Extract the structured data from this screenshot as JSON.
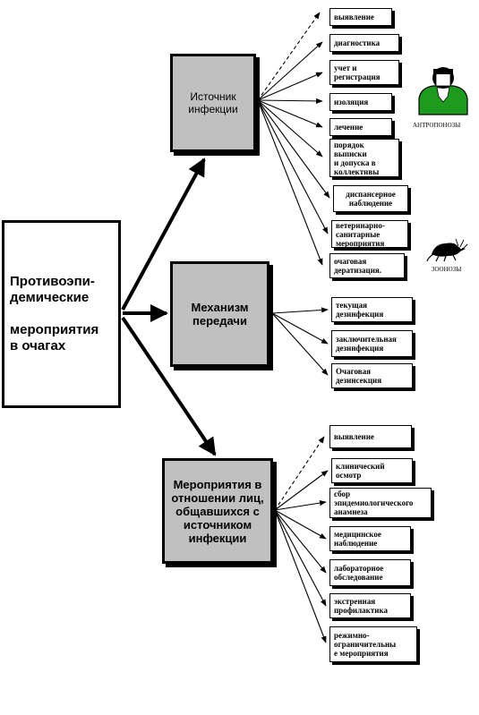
{
  "main": {
    "label": "Противоэпи-\nдемические\n\nмероприятия\nв  очагах"
  },
  "groups": {
    "source": {
      "label": "Источник\nинфекции",
      "items": [
        "выявление",
        "диагностика",
        "учет и\nрегистрация",
        "изоляция",
        "лечение",
        "порядок\nвыписки\nи допуска в\nколлективы",
        "диспансерное\nнаблюдение",
        "ветеринарно-\nсанитарные\nмероприятия",
        "очаговая\nдератизация."
      ]
    },
    "mechanism": {
      "label": "Механизм\nпередачи",
      "items": [
        "текущая\nдезинфекция",
        "заключительная\nдезинфекция",
        "Очаговая\nдезинсекция"
      ]
    },
    "contacts": {
      "label": "Мероприятия в\nотношении лиц,\nобщавшихся с\nисточником\nинфекции",
      "items": [
        "выявление",
        "клинический\nосмотр",
        "сбор\nэпидемиологического\nанамнеза",
        "медицинское\nнаблюдение",
        "лабораторное\nобследование",
        "экстренная\nпрофилактика",
        "режимно-\nограничительны\nе мероприятия"
      ]
    }
  },
  "figures": {
    "anthroponosis": "АНТРОПОНОЗЫ",
    "zoonosis": "ЗООНОЗЫ"
  },
  "colors": {
    "person_green": "#1e9a1e",
    "group_fill": "#c0c0c0"
  }
}
